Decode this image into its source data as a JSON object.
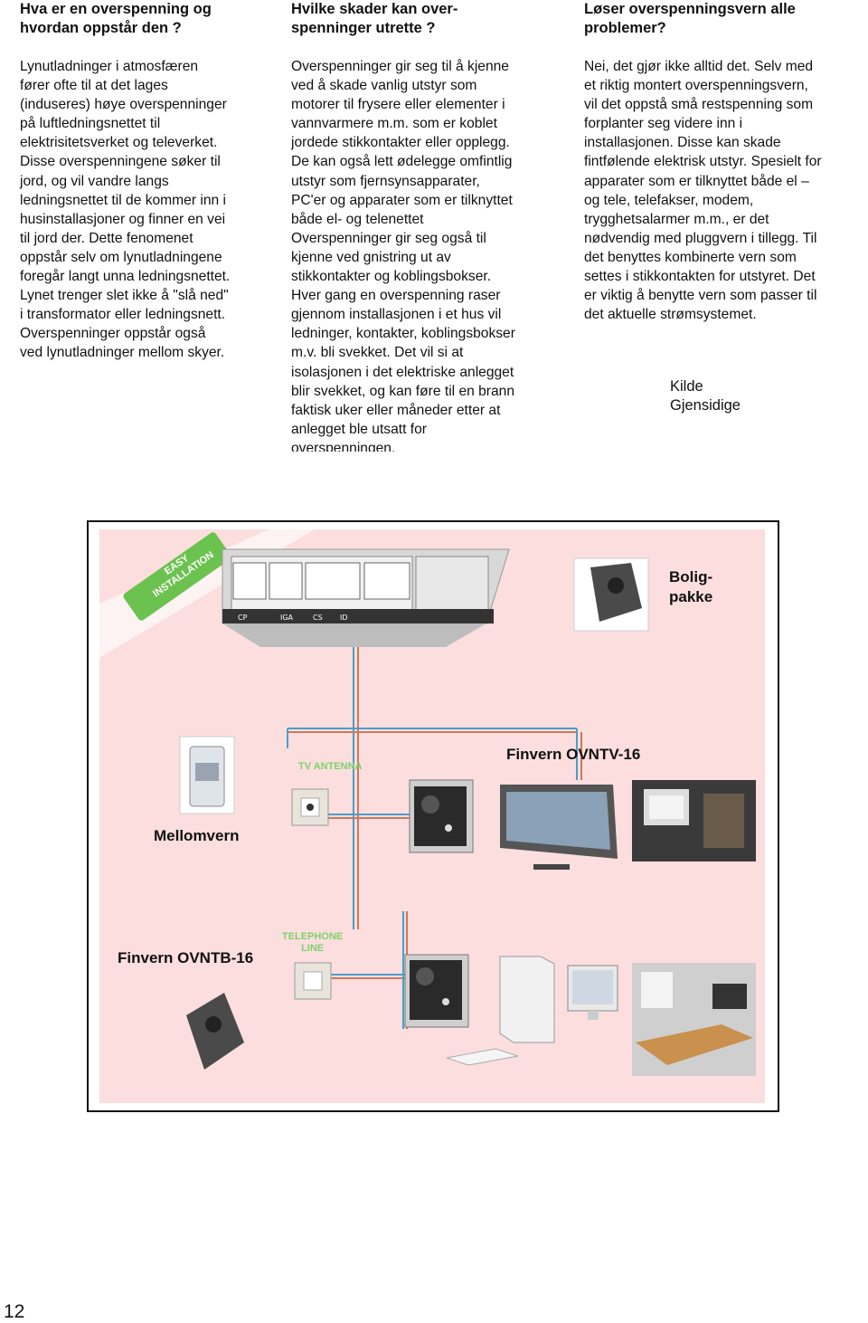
{
  "columns": [
    {
      "heading": "Hva er en overspenning og\nhvordan oppstår den ?",
      "body": "Lynutladninger i atmosfæren\nfører ofte til at det lages\n(induseres) høye overspenninger\npå luftledningsnettet til\nelektrisitetsverket og televerket.\nDisse overspenningene søker til\njord, og vil vandre langs\nledningsnettet til de kommer inn i\nhusinstallasjoner og finner en vei\ntil jord der. Dette fenomenet\noppstår selv om lynutladningene\nforegår langt unna ledningsnettet.\nLynet trenger slet ikke å \"slå ned\"\ni transformator eller ledningsnett.\nOverspenninger oppstår også\nved lynutladninger mellom skyer."
    },
    {
      "heading": "Hvilke skader kan over-\nspenninger utrette ?",
      "body": "Overspenninger gir seg til å kjenne\nved å skade vanlig utstyr som\nmotorer til frysere eller elementer i\nvannvarmere m.m. som er koblet\njordede stikkontakter eller opplegg.\nDe kan også lett ødelegge omfintlig\nutstyr som fjernsynsapparater,\nPC'er og apparater som er tilknyttet\nbåde el- og telenettet\nOverspenninger gir seg også til\nkjenne ved gnistring ut av\nstikkontakter og koblingsbokser.\nHver gang en overspenning raser\ngjennom installasjonen i et hus vil\nledninger, kontakter, koblingsbokser\nm.v. bli svekket. Det vil si at\nisolasjonen i det elektriske anlegget\nblir svekket, og kan føre til en brann\nfaktisk uker eller måneder etter at\nanlegget ble utsatt for\noverspenningen."
    },
    {
      "heading": "Løser overspenningsvern alle\nproblemer?",
      "body": "Nei, det gjør ikke alltid det. Selv med\net riktig montert overspenningsvern,\nvil det oppstå små restspenning som\nforplanter seg videre inn i\ninstallasjonen. Disse kan skade\nfintfølende elektrisk utstyr. Spesielt for\napparater som er tilknyttet både el –\nog tele, telefakser, modem,\ntrygghetsalarmer m.m., er det\nnødvendig med pluggvern i tillegg. Til\ndet benyttes kombinerte vern som\nsettes i stikkontakten for utstyret. Det\ner viktig å benytte vern som passer til\ndet aktuelle strømsystemet."
    }
  ],
  "source": "Kilde\nGjensidige",
  "figure": {
    "easy_badge": "EASY\nINSTALLATION",
    "panel_labels": [
      "CP",
      "IGA",
      "CS",
      "ID"
    ],
    "boligpakke": "Bolig-\npakke",
    "finvern_tv": "Finvern OVNTV-16",
    "tv_antenna": "TV ANTENNA",
    "mellomvern": "Mellomvern",
    "telephone_line": "TELEPHONE\nLINE",
    "finvern_tb": "Finvern OVNTB-16"
  },
  "page_number": "12"
}
